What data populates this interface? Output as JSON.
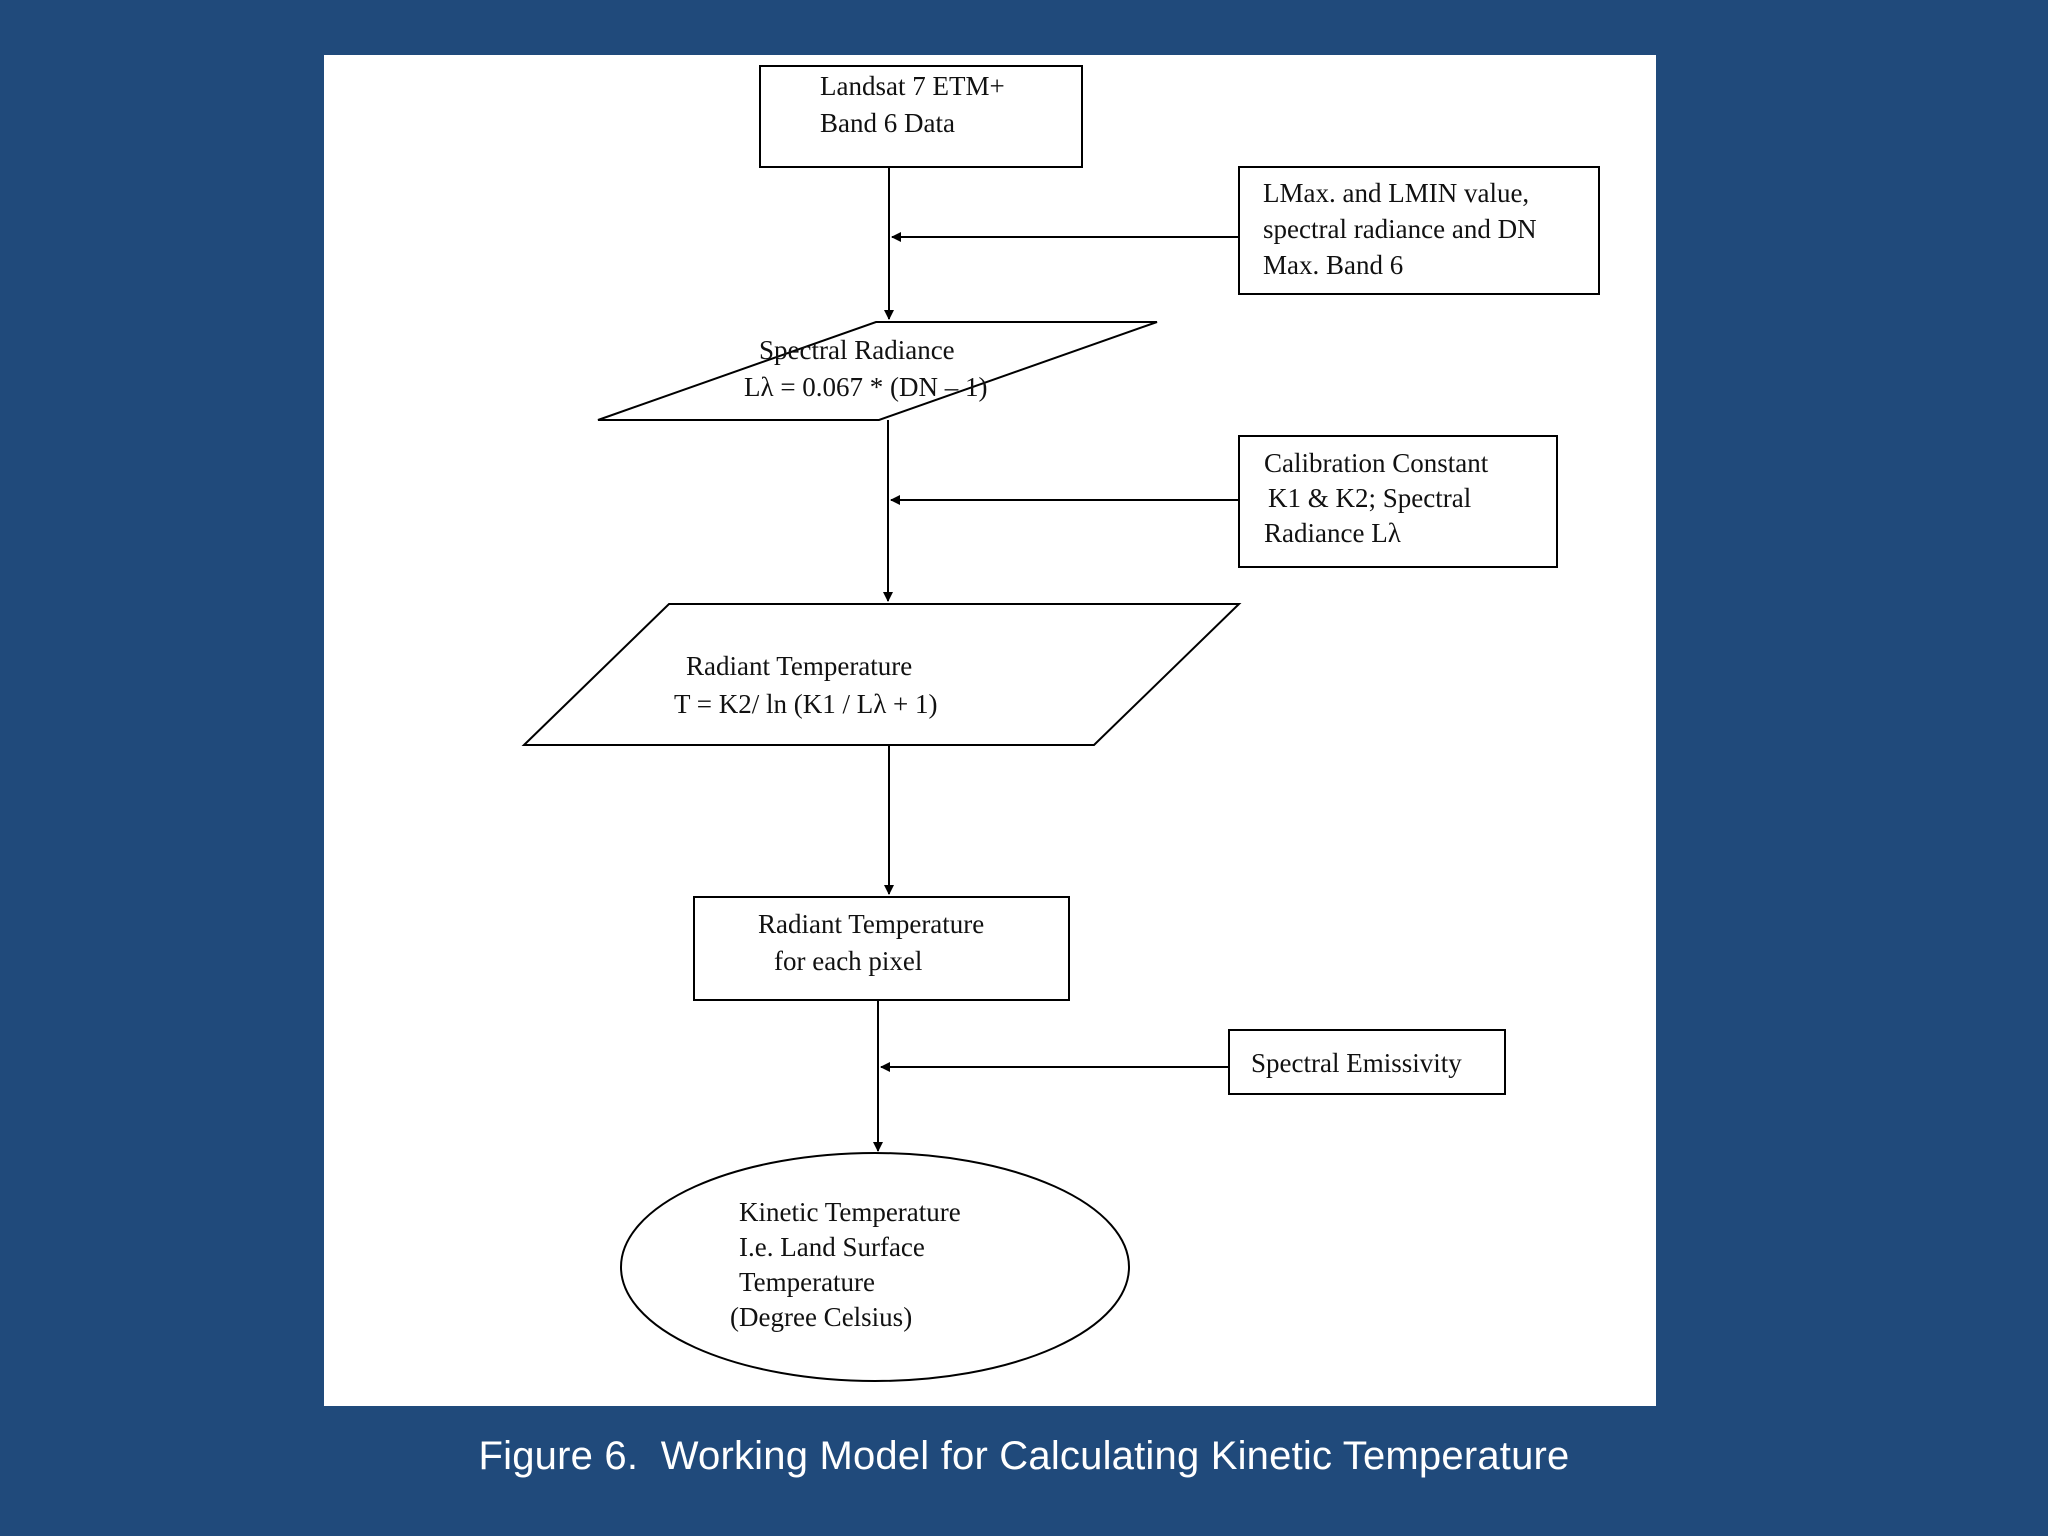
{
  "diagram": {
    "nodes": [
      {
        "id": "input-data",
        "shape": "rectangle",
        "lines": [
          "Landsat 7 ETM+",
          "Band 6 Data"
        ]
      },
      {
        "id": "lmax-input",
        "shape": "rectangle",
        "lines": [
          "LMax. and LMIN value,",
          "spectral radiance and DN",
          "Max. Band 6"
        ]
      },
      {
        "id": "spectral-radiance",
        "shape": "parallelogram",
        "lines": [
          "Spectral Radiance",
          "Lλ = 0.067 * (DN – 1)"
        ]
      },
      {
        "id": "calibration-input",
        "shape": "rectangle",
        "lines": [
          "Calibration Constant",
          "K1 & K2; Spectral",
          "Radiance Lλ"
        ]
      },
      {
        "id": "radiant-temperature",
        "shape": "parallelogram",
        "lines": [
          "Radiant Temperature",
          "T =    K2/ ln (K1 / Lλ + 1)"
        ]
      },
      {
        "id": "radiant-temperature-pixel",
        "shape": "rectangle",
        "lines": [
          "Radiant Temperature",
          "for each pixel"
        ]
      },
      {
        "id": "spectral-emissivity",
        "shape": "rectangle",
        "lines": [
          "Spectral Emissivity"
        ]
      },
      {
        "id": "kinetic-temperature",
        "shape": "ellipse",
        "lines": [
          "Kinetic Temperature",
          "I.e. Land Surface",
          "Temperature",
          "(Degree Celsius)"
        ]
      }
    ],
    "edges": [
      {
        "from": "input-data",
        "to": "spectral-radiance"
      },
      {
        "from": "lmax-input",
        "to": "input-data→spectral-radiance"
      },
      {
        "from": "spectral-radiance",
        "to": "radiant-temperature"
      },
      {
        "from": "calibration-input",
        "to": "spectral-radiance→radiant-temperature"
      },
      {
        "from": "radiant-temperature",
        "to": "radiant-temperature-pixel"
      },
      {
        "from": "radiant-temperature-pixel",
        "to": "kinetic-temperature"
      },
      {
        "from": "spectral-emissivity",
        "to": "radiant-temperature-pixel→kinetic-temperature"
      }
    ]
  },
  "caption": "Figure 6.  Working Model for Calculating Kinetic Temperature",
  "colors": {
    "slide_background": "#204a7b",
    "panel_background": "#ffffff",
    "stroke": "#000000",
    "caption_text": "#ffffff"
  }
}
